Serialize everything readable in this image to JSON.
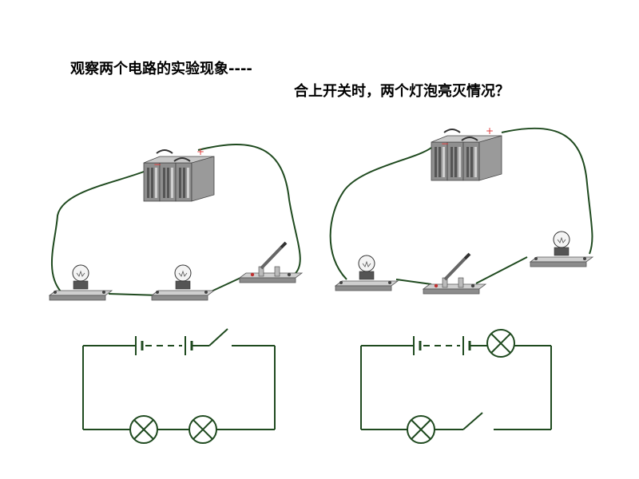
{
  "title": {
    "line1": "观察两个电路的实验现象----",
    "line2": "合上开关时，两个灯泡亮灭情况？"
  },
  "colors": {
    "wire": "#1f4a1f",
    "battery_body": "#8f8f8f",
    "battery_dark": "#555555",
    "battery_light": "#d0d0d0",
    "base_top": "#c4c4c4",
    "base_side": "#8c8c8c",
    "plus_sign": "#e04040"
  },
  "battery": {
    "plus_label": "+",
    "minus_label": "−"
  },
  "circuits": [
    {
      "name": "series-circuit",
      "description_components": [
        "battery",
        "switch",
        "lamp",
        "lamp"
      ]
    },
    {
      "name": "second-circuit",
      "description_components": [
        "battery",
        "lamp",
        "switch",
        "lamp"
      ]
    }
  ]
}
